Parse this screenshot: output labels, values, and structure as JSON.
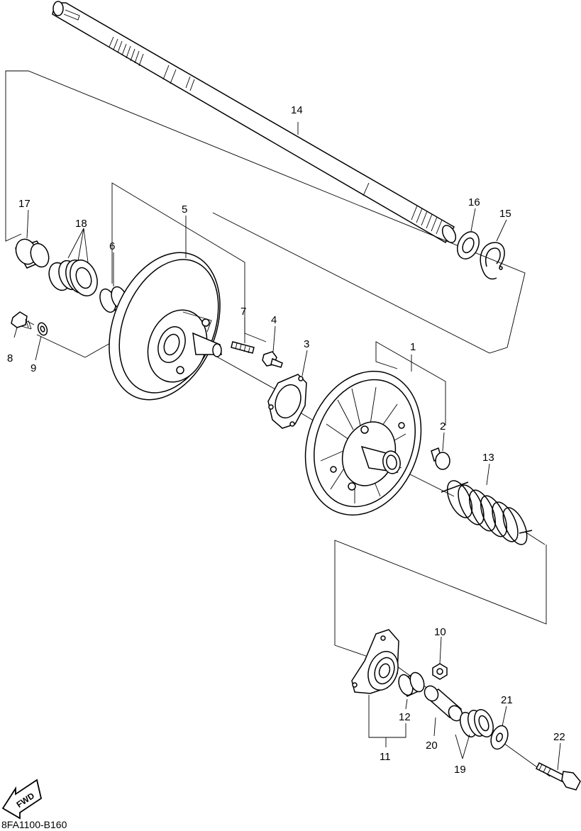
{
  "callouts": {
    "c1": "1",
    "c2": "2",
    "c3": "3",
    "c4": "4",
    "c5": "5",
    "c6": "6",
    "c7": "7",
    "c8": "8",
    "c9": "9",
    "c10": "10",
    "c11": "11",
    "c12": "12",
    "c13": "13",
    "c14": "14",
    "c15": "15",
    "c16": "16",
    "c17": "17",
    "c18": "18",
    "c19": "19",
    "c20": "20",
    "c21": "21",
    "c22": "22"
  },
  "fwd_label": "FWD",
  "drawing_code": "8FA1100-B160"
}
